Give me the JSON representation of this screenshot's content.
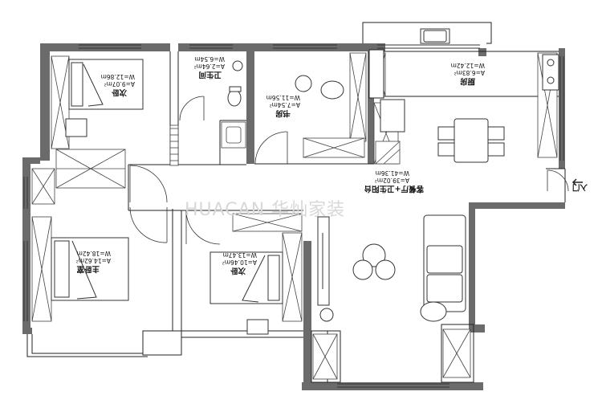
{
  "rooms": {
    "bedroom_top": {
      "name": "次卧",
      "area": "A=9.07m²",
      "w": "W=12.86m"
    },
    "bath": {
      "name": "卫生间",
      "area": "A=2.64m²",
      "w": "W=6.54m"
    },
    "study": {
      "name": "书房",
      "area": "A=7.54m²",
      "w": "W=11.56m"
    },
    "kitchen": {
      "name": "厨房",
      "area": "A=6.83m²",
      "w": "W=12.42m"
    },
    "living": {
      "name": "客餐厅+卫生阳台",
      "area": "A=39.02m²",
      "w": "W=41.36m"
    },
    "master": {
      "name": "主卧室",
      "area": "A=14.62m²",
      "w": "W=18.42m"
    },
    "bedroom_mid": {
      "name": "次卧",
      "area": "A=10.46m²",
      "w": "W=13.47m"
    },
    "entry": {
      "name": "入门"
    }
  },
  "watermark": "HUACAN 华灿家装"
}
